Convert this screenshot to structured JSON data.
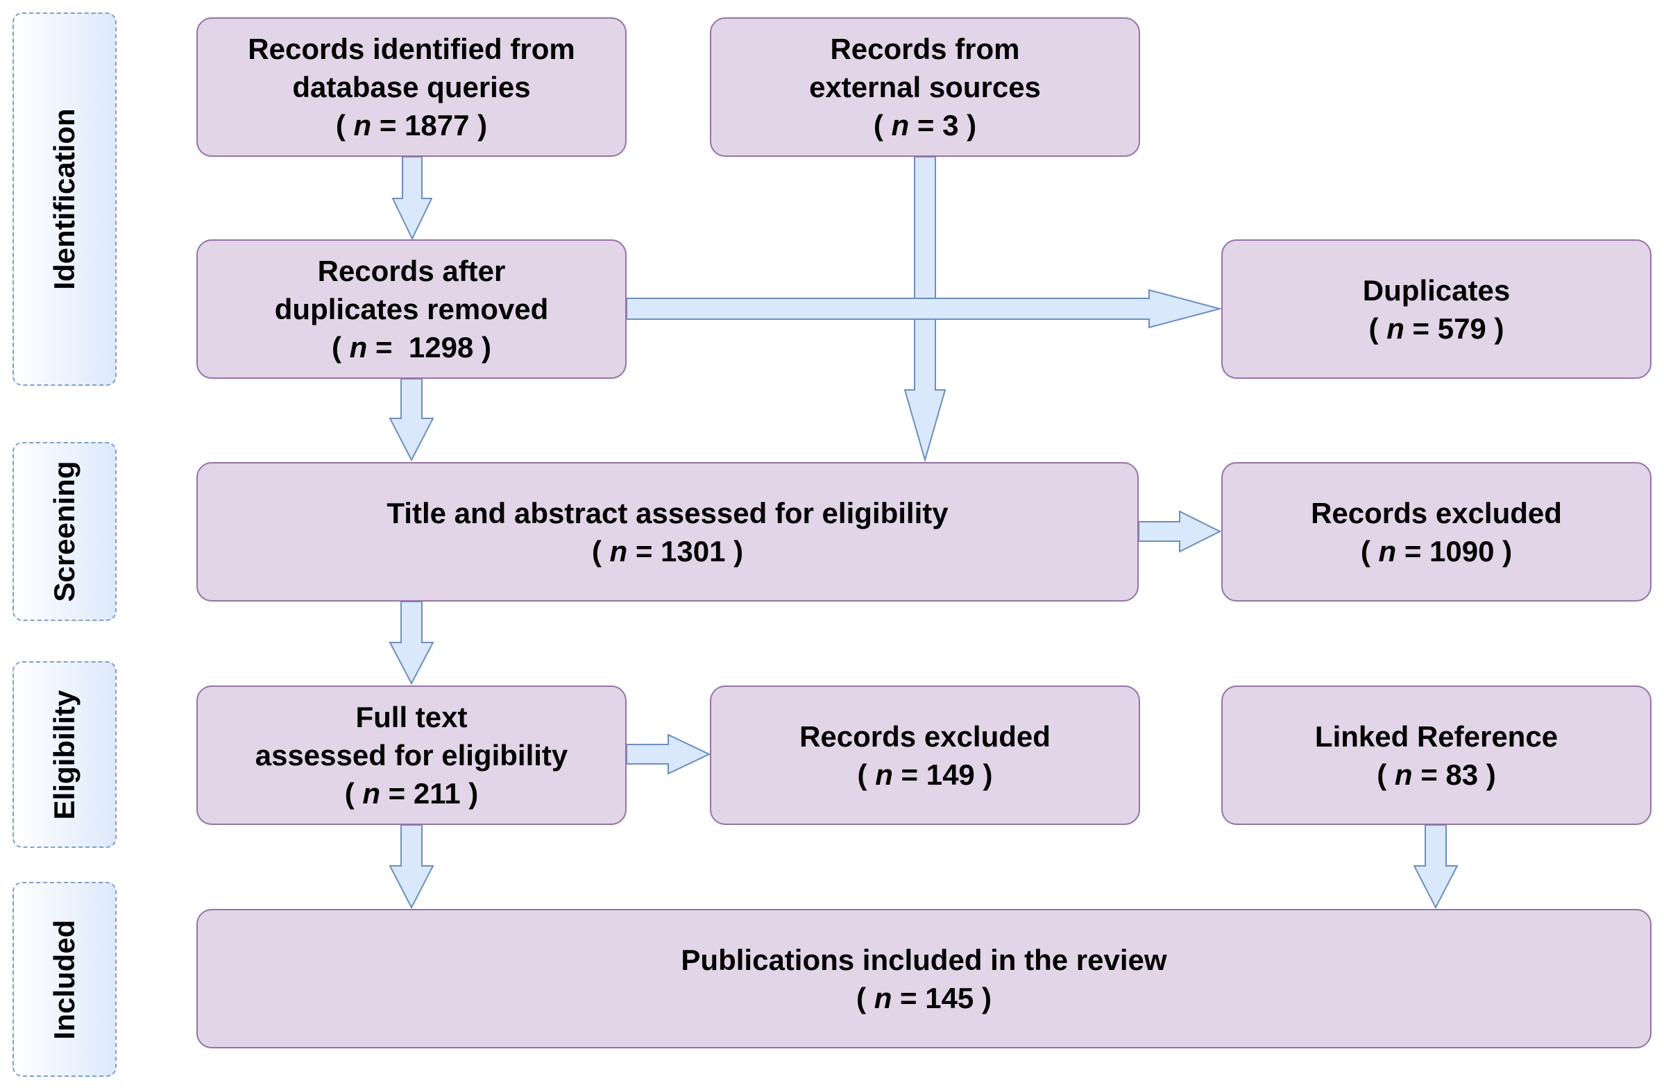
{
  "phases": {
    "identification": "Identification",
    "screening": "Screening",
    "eligibility": "Eligibility",
    "included": "Included"
  },
  "boxes": {
    "database": {
      "line1": "Records identified from",
      "line2": "database queries",
      "n_prefix": "( ",
      "n_var": "n",
      "n_eq": " = ",
      "n_value": "1877",
      "n_suffix": " )"
    },
    "external": {
      "line1": "Records from",
      "line2": "external sources",
      "n_prefix": "( ",
      "n_var": "n",
      "n_eq": " = ",
      "n_value": "3",
      "n_suffix": " )"
    },
    "after_duplicates": {
      "line1": "Records after",
      "line2": "duplicates removed",
      "n_prefix": "( ",
      "n_var": "n",
      "n_eq": " =  ",
      "n_value": "1298",
      "n_suffix": " )"
    },
    "duplicates": {
      "line1": "Duplicates",
      "n_prefix": "( ",
      "n_var": "n",
      "n_eq": " = ",
      "n_value": "579",
      "n_suffix": " )"
    },
    "title_abstract": {
      "line1": "Title and abstract assessed for eligibility",
      "n_prefix": "( ",
      "n_var": "n",
      "n_eq": " = ",
      "n_value": "1301",
      "n_suffix": " )"
    },
    "excluded_screening": {
      "line1": "Records excluded",
      "n_prefix": "( ",
      "n_var": "n",
      "n_eq": " = ",
      "n_value": "1090",
      "n_suffix": " )"
    },
    "full_text": {
      "line1": "Full text",
      "line2": "assessed for eligibility",
      "n_prefix": "( ",
      "n_var": "n",
      "n_eq": " = ",
      "n_value": "211",
      "n_suffix": " )"
    },
    "excluded_eligibility": {
      "line1": "Records excluded",
      "n_prefix": "( ",
      "n_var": "n",
      "n_eq": " = ",
      "n_value": "149",
      "n_suffix": " )"
    },
    "linked_reference": {
      "line1": "Linked Reference",
      "n_prefix": "( ",
      "n_var": "n",
      "n_eq": " = ",
      "n_value": "83",
      "n_suffix": " )"
    },
    "included": {
      "line1": "Publications included in the review",
      "n_prefix": "( ",
      "n_var": "n",
      "n_eq": " = ",
      "n_value": "145",
      "n_suffix": " )"
    }
  },
  "colors": {
    "box_fill": "#e1d5e7",
    "box_border": "#9673a6",
    "arrow_fill": "#dae8fc",
    "arrow_border": "#6c8ebf",
    "phase_border": "#7f9fc9"
  }
}
